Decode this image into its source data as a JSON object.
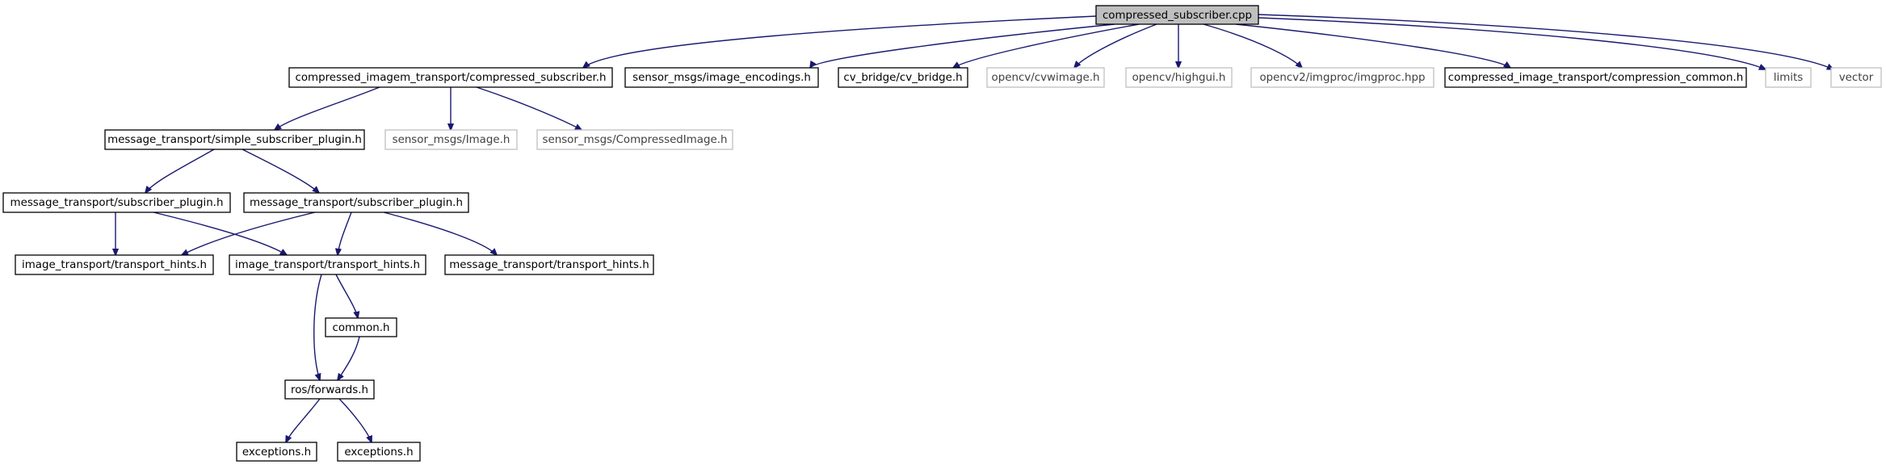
{
  "diagram": {
    "nodes": [
      {
        "id": "n0",
        "label": "compressed_subscriber.cpp",
        "style": "root"
      },
      {
        "id": "n1",
        "label": "compressed_imagem_transport/compressed_subscriber.h",
        "style": "normal"
      },
      {
        "id": "n2",
        "label": "sensor_msgs/image_encodings.h",
        "style": "normal"
      },
      {
        "id": "n3",
        "label": "cv_bridge/cv_bridge.h",
        "style": "normal"
      },
      {
        "id": "n4",
        "label": "opencv/cvwimage.h",
        "style": "ext"
      },
      {
        "id": "n5",
        "label": "opencv/highgui.h",
        "style": "ext"
      },
      {
        "id": "n6",
        "label": "opencv2/imgproc/imgproc.hpp",
        "style": "ext"
      },
      {
        "id": "n7",
        "label": "compressed_image_transport/compression_common.h",
        "style": "normal"
      },
      {
        "id": "n8",
        "label": "limits",
        "style": "ext"
      },
      {
        "id": "n9",
        "label": "vector",
        "style": "ext"
      },
      {
        "id": "n10",
        "label": "message_transport/simple_subscriber_plugin.h",
        "style": "normal"
      },
      {
        "id": "n11",
        "label": "sensor_msgs/Image.h",
        "style": "ext"
      },
      {
        "id": "n12",
        "label": "sensor_msgs/CompressedImage.h",
        "style": "ext"
      },
      {
        "id": "n13",
        "label": "message_transport/subscriber_plugin.h",
        "style": "normal"
      },
      {
        "id": "n14",
        "label": "message_transport/subscriber_plugin.h",
        "style": "normal"
      },
      {
        "id": "n15",
        "label": "image_transport/transport_hints.h",
        "style": "normal"
      },
      {
        "id": "n16",
        "label": "image_transport/transport_hints.h",
        "style": "normal"
      },
      {
        "id": "n17",
        "label": "message_transport/transport_hints.h",
        "style": "normal"
      },
      {
        "id": "n18",
        "label": "common.h",
        "style": "normal"
      },
      {
        "id": "n19",
        "label": "ros/forwards.h",
        "style": "normal"
      },
      {
        "id": "n20",
        "label": "exceptions.h",
        "style": "normal"
      },
      {
        "id": "n21",
        "label": "exceptions.h",
        "style": "normal"
      }
    ],
    "edges": [
      {
        "from": "n0",
        "to": "n1"
      },
      {
        "from": "n0",
        "to": "n2"
      },
      {
        "from": "n0",
        "to": "n3"
      },
      {
        "from": "n0",
        "to": "n4"
      },
      {
        "from": "n0",
        "to": "n5"
      },
      {
        "from": "n0",
        "to": "n6"
      },
      {
        "from": "n0",
        "to": "n7"
      },
      {
        "from": "n0",
        "to": "n8"
      },
      {
        "from": "n0",
        "to": "n9"
      },
      {
        "from": "n1",
        "to": "n10"
      },
      {
        "from": "n1",
        "to": "n11"
      },
      {
        "from": "n1",
        "to": "n12"
      },
      {
        "from": "n10",
        "to": "n13"
      },
      {
        "from": "n10",
        "to": "n14"
      },
      {
        "from": "n13",
        "to": "n15"
      },
      {
        "from": "n13",
        "to": "n16"
      },
      {
        "from": "n14",
        "to": "n15"
      },
      {
        "from": "n14",
        "to": "n16"
      },
      {
        "from": "n14",
        "to": "n17"
      },
      {
        "from": "n16",
        "to": "n18"
      },
      {
        "from": "n16",
        "to": "n19"
      },
      {
        "from": "n18",
        "to": "n19"
      },
      {
        "from": "n19",
        "to": "n20"
      },
      {
        "from": "n19",
        "to": "n21"
      }
    ],
    "colors": {
      "edge": "#191970",
      "root_fill": "#bfbfbf",
      "node_border": "#000000",
      "external_border": "#bfbfbf"
    }
  }
}
